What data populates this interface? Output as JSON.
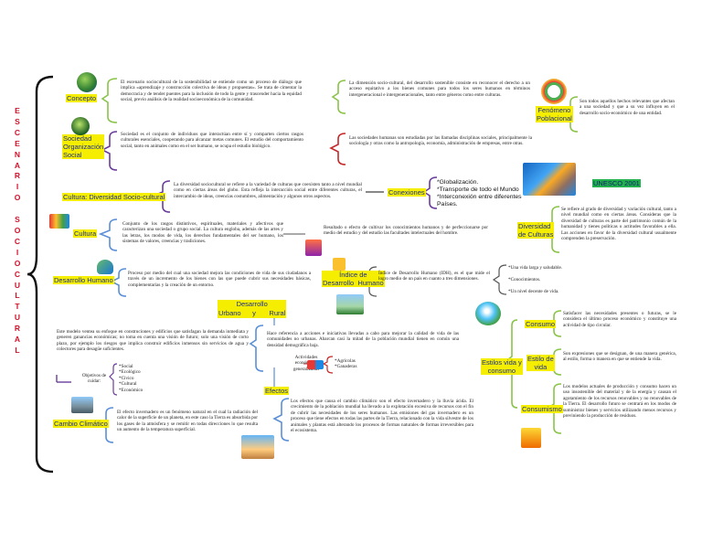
{
  "side_title": [
    "E",
    "S",
    "C",
    "E",
    "N",
    "A",
    "R",
    "I",
    "O",
    "",
    "S",
    "O",
    "C",
    "I",
    "O",
    "C",
    "U",
    "L",
    "T",
    "U",
    "R",
    "A",
    "L"
  ],
  "labels": {
    "concepto": "Concepto",
    "sociedad": "Sociedad\nOrganización\nSocial",
    "cultura_diversidad": "Cultura: Diversidad Socio-cultural",
    "cultura": "Cultura",
    "desarrollo_humano": "Desarrollo  Humano",
    "fenomeno": "Fenómeno\nPoblacional",
    "conexiones": "Conexiones",
    "unesco": "UNESCO 2001",
    "diversidad_culturas": "Diversidad\nde Culturas",
    "idh": "Índice de\nDesarrollo  Humano",
    "desarrollo_urbano": "Desarrollo\nUrbano      y       Rural",
    "efectos": "Efectos",
    "cambio": "Cambio Climático",
    "consumo": "Consumo",
    "estilo_vida": "Estilo de\nvida",
    "estilos_consumo": "Estilos vida y\nconsumo",
    "consumismo": "Consumismo"
  },
  "texts": {
    "concepto": "El escenario sociocultural de la sostenibilidad se entiende como un proceso de diálogo que implica «aprendizaje y construcción colectiva de ideas y propuestas». Se trata de cimentar la democracia y de tender puentes para la inclusión de todo la gente y trascender hacia la equidad social, previo análisis de la realidad socioeconómica de la comunidad.",
    "dimension": "La dimensión socio-cultural, del desarrollo sostenible consiste en reconocer el derecho a un acceso equitativo a los bienes comunes para todos los seres humanos en términos intergeneracional e intergeneracionales, tanto entre géneros como entre culturas.",
    "fenomeno": "Son todos aquellos hechos relevantes que afectan a una sociedad y que a su vez influyen en el desarrollo socio-económico de una entidad.",
    "sociedad": "Sociedad es el conjunto de individuos que interactúan entre sí y comparten ciertos rasgos culturales esenciales, cooperando para alcanzar metas comunes. El estudio del comportamiento social, tanto en animales como en el ser humano, se ocupa el estudio biológico.",
    "sociedades_humanas": "Las sociedades humanas son estudiadas por las llamadas disciplinas sociales, principalmente la sociología y otras como la antropología, economía, administración de empresas, entre otras.",
    "diversidad": "La diversidad sociocultural se refiere a la variedad de culturas que coexisten tanto a nivel mundial como en ciertas áreas del globo. Esta refleja la interacción social entre diferentes culturas, el intercambio de ideas, creencias costumbres, alimentación y algunos otros aspectos.",
    "conexiones_list": "*Globalización.\n*Transporte de todo el Mundo\n*Interconexión entre diferentes\nPaíses.",
    "diversidad_culturas": "Se refiere al grado de diversidad y variación cultural, tanto a nivel mundial como en ciertas áreas. Consideras que la diversidad de culturas es parte del patrimonio común de la humanidad y tienes políticas o actitudes favorables a ella. Las acciones en favor de la diversidad cultural usualmente comprenden la preservación.",
    "cultura": "Conjunto de los rasgos distintivos, espirituales, materiales y afectivos que caracterizan una sociedad o grupo social. La cultura engloba, además de las artes y las letras, los modos de vida, los derechos fundamentales del ser humano, los sistemas de valores, creencias y tradiciones.",
    "resultado": "Resultado o efecto de cultivar los conocimientos humanos y de perfeccionarse por medio del estudio y del estudio las facultades intelectuales del hombre.",
    "desarrollo_humano": "Proceso por medio del cual una sociedad mejora las condiciones de vida de sus ciudadanos a través de un incremento de los bienes con las que puede cubrir sus necesidades básicas, complementarias y la creación de un entorno.",
    "idh": "Índice de Desarrollo Humano (IDH), es el que mide el logro medio de un país en cuanto a tres dimensiones.",
    "idh_list": "*Una vida larga y saludable.\n\n*Conocimientos.\n\n*Un nivel decente de vida.",
    "consumo": "Satisfacer las necesidades presentes o futuras, se le considera el último proceso económico y constituye una actividad de tipo circular.",
    "modelo": "Este modelo ventea su enfoque en construciones y edificios que satisfagan la demanda inmediata y generen ganancias económicas; no toma en cuenta una visión de futuro; solo una visión de corto plazo, por ejemplo los riesgos que implica construir edificios inmensos sin servicios de agua y colectores para desagüe suficientes.",
    "objetivos_label": "Objetivos de\ncuidar:",
    "objetivos_list": "*Social\n*Ecológico\n*Cívico\n*Cultural\n*Económico",
    "urbano": "Hace referencia a acciones e iniciativas llevadas a cabo para mejorar la calidad de vida de las comunidades no urbanas. Abarcan casi la mitad de la población mundial tienen en común una densidad demográfica baja.",
    "actividades_label": "Actividades\neconómicas\ngeneralizadas",
    "actividades_list": "*Agrícolas\n*Ganaderas",
    "estilo_vida": "Son expresiones que se designan, de una manera genérica, al estilo, forma o manera en que se entiende la vida.",
    "cambio": "El efecto invernadero es un fenómeno natural en el cual la radiación del calor de la superficie de un planeta, en este caso la Tierra es absorbida por los gases de la atmósfera y se remitir en todas direcciones lo que resulta un aumento de la temperatura superficial.",
    "efectos": "Los efectos que causa el cambio climático son el efecto invernadero y la lluvia ácida. El crecimiento de la población mundial ha llevado a la explotación excesiva de recursos con el fin de cubrir las necesidades de los seres humanos. Las emisiones del gas invernadero es un proceso que tiene efectos en todas las partes de la Tierra, relacionado con la vida silvestre de los animales y plantas está alterando los procesos de formas naturales de formas irreversibles para el ecosistema.",
    "consumismo": "Los modelos actuales de producción y consumo hacen un uso insostenible del material y de la energía y causan el agotamiento de los recursos renovables y no renovables de la Tierra. El desarrollo futuro se centrará en los modos de suministrar bienes y servicios utilizando menos recursos y previniendo la producción de residuos."
  },
  "colors": {
    "label_bg": "#f5ee00",
    "label_text": "#1d2f8f",
    "green_label": "#22b14c",
    "bracket_main": "#111111",
    "bracket_green": "#8bc34a",
    "bracket_purple": "#6a3d9a",
    "bracket_blue": "#5b8fd6",
    "side_title": "#d0122b"
  }
}
